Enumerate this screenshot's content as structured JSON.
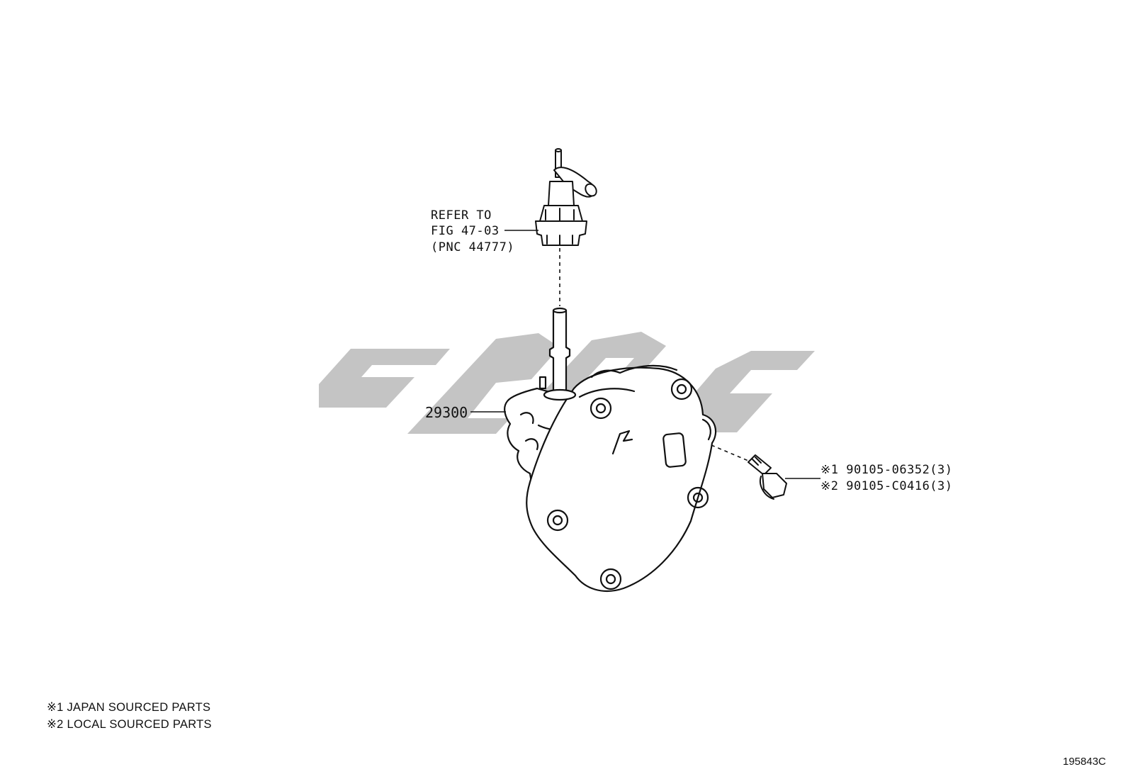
{
  "callouts": {
    "ref_line1": "REFER TO",
    "ref_line2": "FIG 47-03",
    "ref_line3": "(PNC 44777)",
    "part_pump": "29300",
    "bolt_line1": "※1 90105-06352(3)",
    "bolt_line2": "※2 90105-C0416(3)"
  },
  "notes": {
    "line1": "※1 JAPAN SOURCED PARTS",
    "line2": "※2 LOCAL SOURCED PARTS"
  },
  "illustration_id": "195843C",
  "colors": {
    "line": "#111111",
    "watermark": "#c4c4c4",
    "background": "#ffffff"
  }
}
